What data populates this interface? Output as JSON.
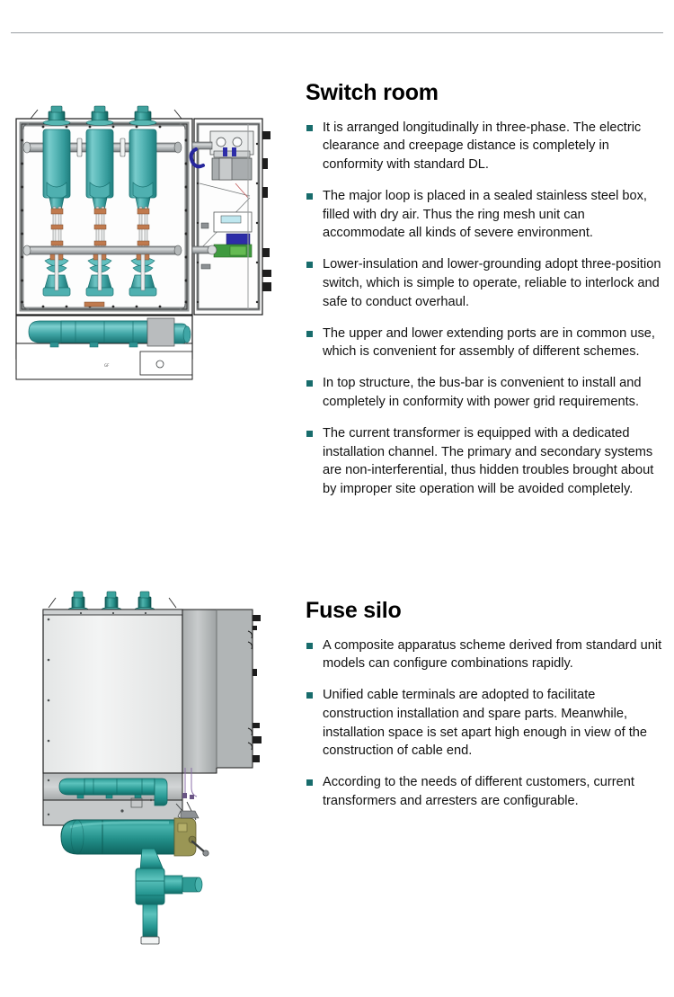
{
  "page": {
    "background_color": "#ffffff",
    "divider_color": "#9a9ea3",
    "bullet_color": "#186c6c",
    "text_color": "#111111"
  },
  "sections": [
    {
      "id": "switch-room",
      "heading": "Switch room",
      "figure": {
        "name": "switch-room-diagram",
        "alt": "Cutaway CAD drawing of a three-phase switch room cabinet with teal vacuum interrupter bottles, bus-bars and operating mechanism compartment",
        "colors": {
          "teal_light": "#69c2c2",
          "teal": "#3fa5a5",
          "teal_dark": "#1d7b7b",
          "metal_light": "#e2e2e2",
          "metal": "#b9bcbe",
          "metal_dark": "#8d9194",
          "copper": "#c07a4e",
          "blue_part": "#2d2da8",
          "green_part": "#3f9a3f",
          "outline": "#1a1a1a"
        }
      },
      "bullets": [
        "It is arranged longitudinally in three-phase. The electric clearance  and creepage distance is completely in conformity with standard  DL.",
        "The major loop is placed in a sealed stainless steel box, filled with  dry air. Thus the ring mesh unit can accommodate all kinds of  severe environment.",
        "Lower-insulation and lower-grounding adopt three-position  switch, which is simple to operate, reliable to interlock and safe to  conduct overhaul.",
        "The upper and lower extending ports are in common use, which  is convenient for assembly of different schemes.",
        "In top structure, the bus-bar is convenient to install and completely in conformity with power grid requirements.",
        "The current transformer is equipped with a dedicated installation  channel. The primary and secondary systems are  non-interferential, thus hidden troubles brought about by  improper site operation will be avoided completely."
      ]
    },
    {
      "id": "fuse-silo",
      "heading": "Fuse silo",
      "figure": {
        "name": "fuse-silo-diagram",
        "alt": "CAD side-view drawing of a fuse silo cabinet with teal bushings on top, internal teal gas tank and a cable termination assembly below",
        "colors": {
          "teal_light": "#69c2c2",
          "teal": "#2e9b96",
          "teal_dark": "#16746f",
          "panel_light": "#ededed",
          "panel": "#c9cccd",
          "panel_dark": "#9ea2a4",
          "olive": "#9a9655",
          "outline": "#1a1a1a"
        }
      },
      "bullets": [
        "A composite apparatus scheme derived from standard unit models can configure combinations rapidly.",
        "Unified cable terminals are adopted to facilitate construction installation and spare parts. Meanwhile, installation space is set apart high enough in view of the construction of cable end.",
        "According to the needs of different customers, current transformers and arresters are configurable."
      ]
    }
  ]
}
